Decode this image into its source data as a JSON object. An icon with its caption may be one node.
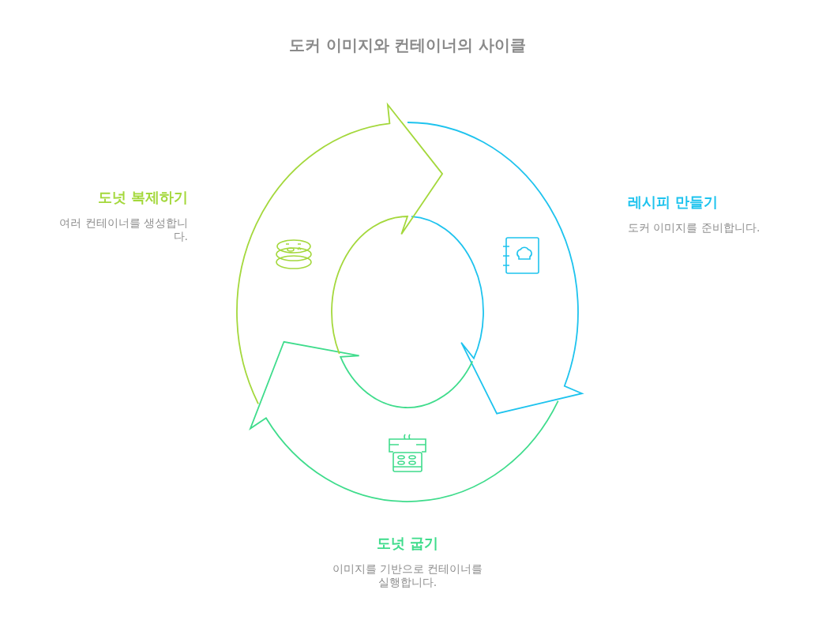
{
  "diagram": {
    "title": "도커 이미지와 컨테이너의 사이클",
    "nodes": [
      {
        "text": [
          "도넛 복제하기",
          "여러 컨테이너를 생성합니다."
        ]
      },
      {
        "text": [
          "레시피 만들기",
          "도커 이미지를 준비합니다."
        ]
      },
      {
        "text": [
          "도넛 굽기",
          "이미지를 기반으로 컨테이너를 실행합니다."
        ]
      }
    ]
  }
}
